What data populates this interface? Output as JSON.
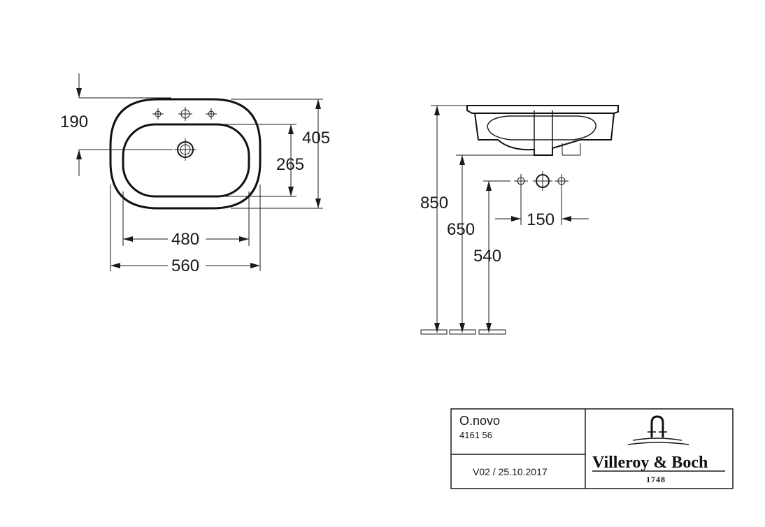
{
  "top_view": {
    "dim_190": "190",
    "dim_405": "405",
    "dim_265": "265",
    "dim_480": "480",
    "dim_560": "560"
  },
  "side_view": {
    "dim_850": "850",
    "dim_650": "650",
    "dim_540": "540",
    "dim_150": "150"
  },
  "title_block": {
    "product": "O.novo",
    "article": "4161 56",
    "version": "V02 / 25.10.2017",
    "brand": "Villeroy & Boch",
    "year": "1748"
  },
  "icons": [
    "tap-hole-icon",
    "drain-icon",
    "overflow-icon",
    "brand-logo-icon",
    "floor-hatch-icon"
  ]
}
